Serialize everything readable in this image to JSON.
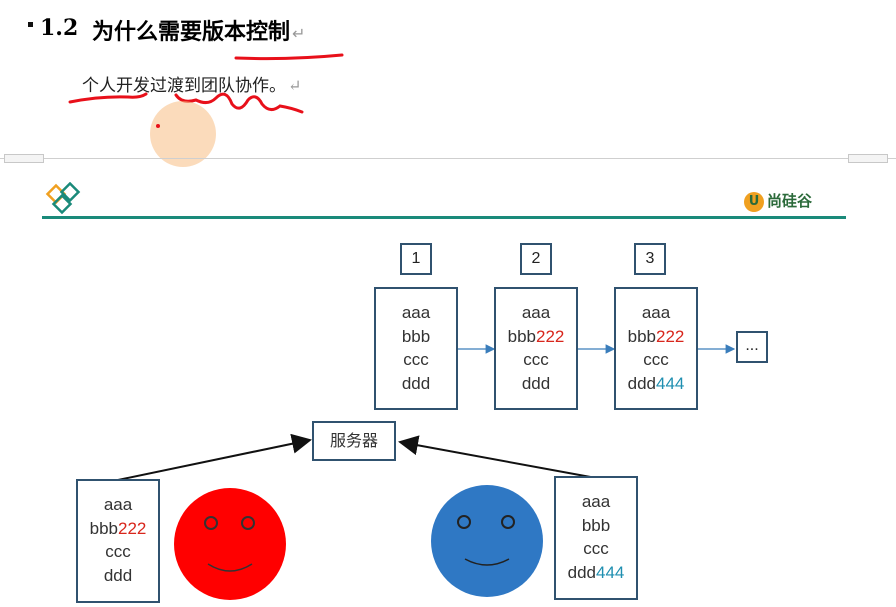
{
  "heading": {
    "number": "1.2",
    "title": "为什么需要版本控制"
  },
  "subtitle": "个人开发过渡到团队协作。",
  "brand": {
    "name": "尚硅谷",
    "icon": "u-logo-icon"
  },
  "versions": [
    {
      "label": "1",
      "lines": [
        [
          "aaa",
          ""
        ],
        [
          "bbb",
          ""
        ],
        [
          "ccc",
          ""
        ],
        [
          "ddd",
          ""
        ]
      ]
    },
    {
      "label": "2",
      "lines": [
        [
          "aaa",
          ""
        ],
        [
          "bbb",
          "222"
        ],
        [
          "ccc",
          ""
        ],
        [
          "ddd",
          ""
        ]
      ]
    },
    {
      "label": "3",
      "lines": [
        [
          "aaa",
          ""
        ],
        [
          "bbb",
          "222"
        ],
        [
          "ccc",
          ""
        ],
        [
          "ddd",
          "444"
        ]
      ]
    }
  ],
  "ellipsis": "...",
  "server": "服务器",
  "left_user": {
    "lines": [
      [
        "aaa",
        ""
      ],
      [
        "bbb",
        "222"
      ],
      [
        "ccc",
        ""
      ],
      [
        "ddd",
        ""
      ]
    ],
    "face_color": "#ff0000"
  },
  "right_user": {
    "lines": [
      [
        "aaa",
        ""
      ],
      [
        "bbb",
        ""
      ],
      [
        "ccc",
        ""
      ],
      [
        "ddd",
        "444"
      ]
    ],
    "face_color": "#2f78c4"
  },
  "colors": {
    "accent_line": "#1a8a7a",
    "box_border": "#30526f",
    "edit_red": "#d8261c",
    "edit_teal": "#1f8fb0",
    "annotation_red": "#e8101a"
  }
}
